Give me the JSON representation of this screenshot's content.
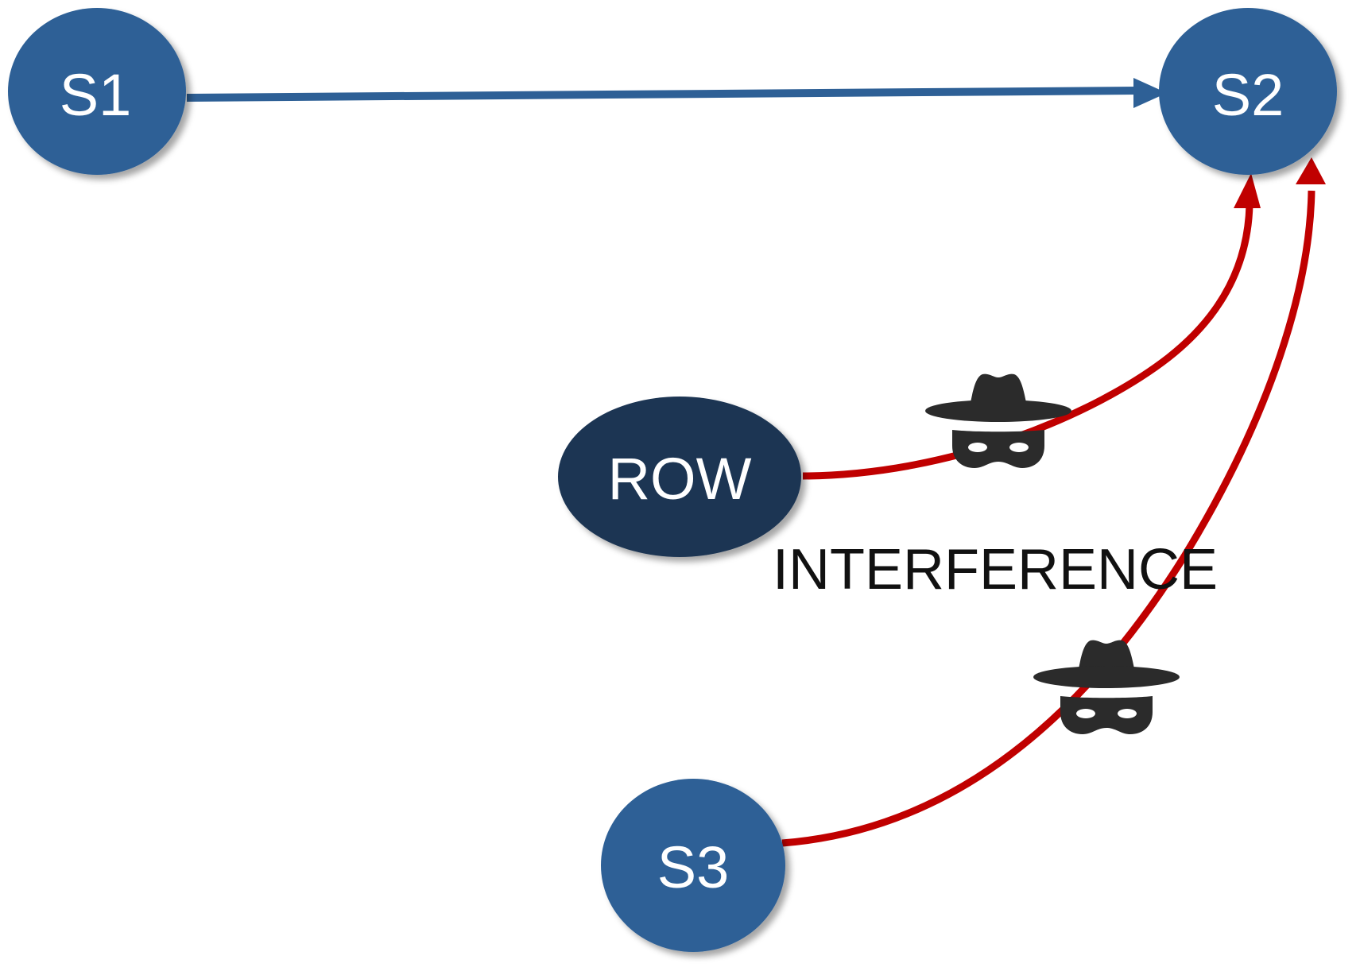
{
  "colors": {
    "node_fill": "#2e6096",
    "row_fill": "#1c3553",
    "primary_link": "#2e6096",
    "interference_link": "#c00000",
    "spy_icon": "#2b2b2b",
    "annotation_text": "#111111"
  },
  "nodes": {
    "s1": {
      "label": "S1"
    },
    "s2": {
      "label": "S2"
    },
    "s3": {
      "label": "S3"
    },
    "row": {
      "label": "ROW"
    }
  },
  "annotation": {
    "label": "INTERFERENCE"
  },
  "icons": {
    "spy_1": "spy-icon",
    "spy_2": "spy-icon"
  }
}
